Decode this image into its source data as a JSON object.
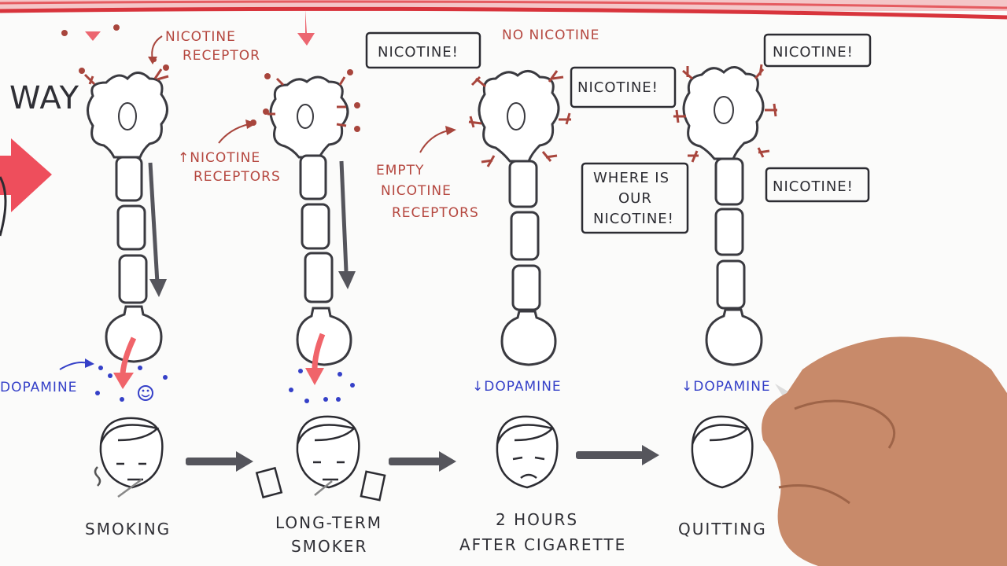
{
  "title_fragment": "WAY",
  "stages": [
    {
      "id": "smoking",
      "label": "SMOKING",
      "caption_lines": [
        "SMOKING"
      ]
    },
    {
      "id": "long-term",
      "label": "LONG-TERM SMOKER",
      "caption_lines": [
        "LONG-TERM",
        "SMOKER"
      ]
    },
    {
      "id": "two-hours",
      "label": "2 HOURS AFTER CIGARETTE",
      "caption_lines": [
        "2 HOURS",
        "AFTER CIGARETTE"
      ]
    },
    {
      "id": "quitting",
      "label": "QUITTING",
      "caption_lines": [
        "QUITTING"
      ]
    }
  ],
  "annotations": {
    "nicotine_receptor": [
      "NICOTINE",
      "RECEPTOR"
    ],
    "up_nicotine_receptors": [
      "↑NICOTINE",
      "RECEPTORS"
    ],
    "empty_receptors": [
      "EMPTY",
      "NICOTINE",
      "RECEPTORS"
    ],
    "no_nicotine": "NO NICOTINE"
  },
  "bubbles": {
    "nicotine_1": "NICOTINE!",
    "nicotine_2": "NICOTINE!",
    "nicotine_3": "NICOTINE!",
    "nicotine_4": "NICOTINE!",
    "where_is": [
      "WHERE IS",
      "OUR",
      "NICOTINE!"
    ]
  },
  "dopamine": {
    "smoking": "DOPAMINE",
    "two_hours": "↓DOPAMINE",
    "quitting": "↓DOPAMINE"
  },
  "colors": {
    "ink": "#3a3a40",
    "red_annotation": "#b5473f",
    "blue_dopamine": "#3540c8",
    "arrow_pink": "#f0646a",
    "banner_red": "#e0323c",
    "process_arrow": "#55555c"
  }
}
